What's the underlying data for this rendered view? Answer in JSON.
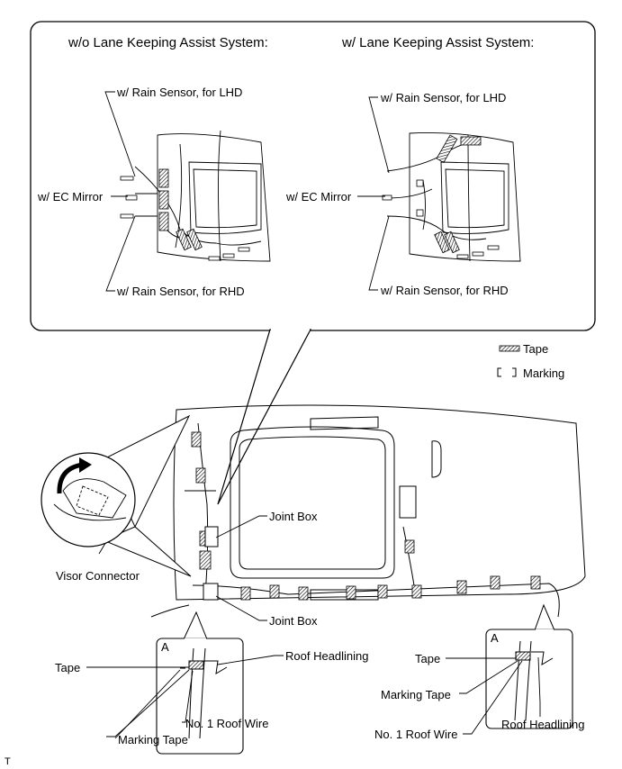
{
  "callout": {
    "left_heading": "w/o Lane Keeping Assist System:",
    "right_heading": "w/ Lane Keeping Assist System:",
    "left_labels": {
      "rain_lhd": "w/ Rain Sensor, for LHD",
      "ec_mirror": "w/ EC Mirror",
      "rain_rhd": "w/ Rain Sensor, for RHD"
    },
    "right_labels": {
      "rain_lhd": "w/ Rain Sensor, for LHD",
      "ec_mirror": "w/ EC Mirror",
      "rain_rhd": "w/ Rain Sensor, for RHD"
    }
  },
  "legend": {
    "tape": "Tape",
    "marking": "Marking"
  },
  "main": {
    "joint_box_upper": "Joint Box",
    "joint_box_lower": "Joint Box",
    "visor_connector": "Visor Connector"
  },
  "detail_left": {
    "letter": "A",
    "tape": "Tape",
    "roof_headlining": "Roof Headlining",
    "no1_roof_wire": "No. 1 Roof Wire",
    "marking_tape": "Marking Tape"
  },
  "detail_right": {
    "letter": "A",
    "tape": "Tape",
    "marking_tape": "Marking Tape",
    "no1_roof_wire": "No. 1 Roof Wire",
    "roof_headlining": "Roof Headlining"
  },
  "figure_id": "T",
  "colors": {
    "line": "#000000",
    "background": "#ffffff",
    "hatch": "#555555"
  }
}
